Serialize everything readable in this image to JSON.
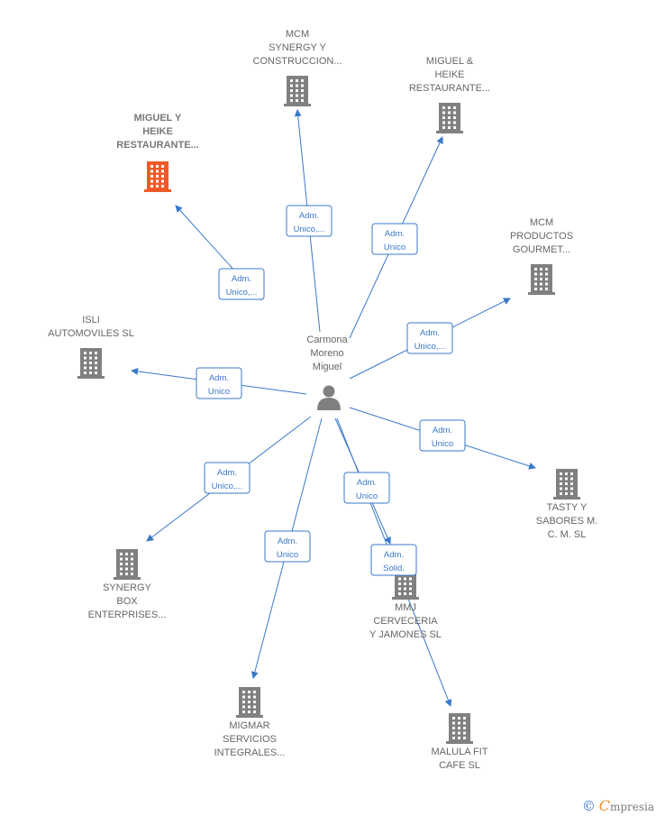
{
  "colors": {
    "edge": "#3a78c8",
    "building": "#808080",
    "highlight": "#f05a2a",
    "person": "#808080"
  },
  "center": {
    "name_lines": [
      "Carmona",
      "Moreno",
      "Miguel"
    ],
    "icon": "person-icon"
  },
  "companies": [
    {
      "id": "c1",
      "lines": [
        "MIGUEL Y",
        "HEIKE",
        "RESTAURANTE..."
      ],
      "highlight": true
    },
    {
      "id": "c2",
      "lines": [
        "MCM",
        "SYNERGY Y",
        "CONSTRUCCION..."
      ]
    },
    {
      "id": "c3",
      "lines": [
        "MIGUEL &",
        "HEIKE",
        "RESTAURANTE..."
      ]
    },
    {
      "id": "c4",
      "lines": [
        "MCM",
        "PRODUCTOS",
        "GOURMET..."
      ]
    },
    {
      "id": "c5",
      "lines": [
        "ISLI",
        "AUTOMOVILES SL"
      ]
    },
    {
      "id": "c6",
      "lines": [
        "TASTY Y",
        "SABORES M.",
        "C. M.  SL"
      ]
    },
    {
      "id": "c7",
      "lines": [
        "SYNERGY",
        "BOX",
        "ENTERPRISES..."
      ]
    },
    {
      "id": "c8",
      "lines": [
        "MMJ",
        "CERVECERIA",
        "Y JAMONES  SL"
      ]
    },
    {
      "id": "c9",
      "lines": [
        "MIGMAR",
        "SERVICIOS",
        "INTEGRALES..."
      ]
    },
    {
      "id": "c10",
      "lines": [
        "MALULA FIT",
        "CAFE  SL"
      ]
    }
  ],
  "relations": [
    {
      "to": "c1",
      "lines": [
        "Adm.",
        "Unico,..."
      ]
    },
    {
      "to": "c2",
      "lines": [
        "Adm.",
        "Unico,..."
      ]
    },
    {
      "to": "c3",
      "lines": [
        "Adm.",
        "Unico"
      ]
    },
    {
      "to": "c4",
      "lines": [
        "Adm.",
        "Unico,..."
      ]
    },
    {
      "to": "c5",
      "lines": [
        "Adm.",
        "Unico"
      ]
    },
    {
      "to": "c6",
      "lines": [
        "Adm.",
        "Unico"
      ]
    },
    {
      "to": "c7",
      "lines": [
        "Adm.",
        "Unico,..."
      ]
    },
    {
      "to": "c8",
      "lines": [
        "Adm.",
        "Unico"
      ]
    },
    {
      "to": "c9",
      "lines": [
        "Adm.",
        "Unico"
      ]
    },
    {
      "to": "c10",
      "lines": [
        "Adm.",
        "Solid."
      ]
    }
  ],
  "watermark": {
    "copyright": "©",
    "brand_initial": "C",
    "brand_rest": "mpresia"
  }
}
